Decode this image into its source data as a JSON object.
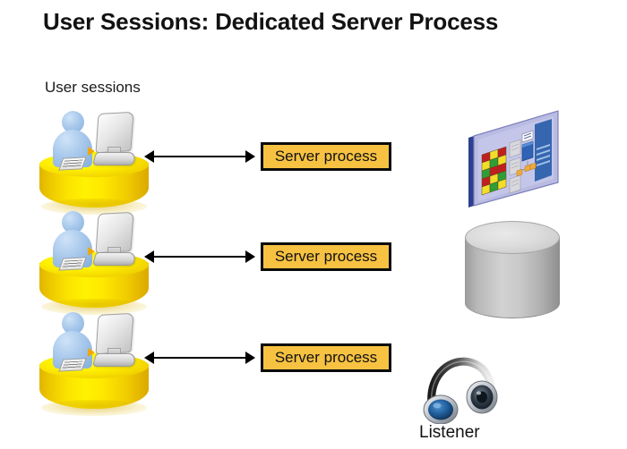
{
  "slide": {
    "title": "User Sessions: Dedicated Server Process",
    "background_color": "#ffffff"
  },
  "labels": {
    "user_sessions": "User sessions",
    "listener": "Listener"
  },
  "colors": {
    "server_box_fill": "#f7c242",
    "server_box_border": "#0b0b0b",
    "desk_yellow": "#fff200",
    "desk_yellow_dark": "#dba800",
    "person_blue": "#a9c9ec",
    "database_grey": "#c9c9c9",
    "board_lavender": "#b3b5e0",
    "arrow_color": "#000000",
    "text_color": "#111111"
  },
  "sessions": [
    {
      "id": "session-1",
      "arrow": "bidirectional-arrow",
      "server_label": "Server process"
    },
    {
      "id": "session-2",
      "arrow": "bidirectional-arrow",
      "server_label": "Server process"
    },
    {
      "id": "session-3",
      "arrow": "bidirectional-arrow",
      "server_label": "Server process"
    }
  ],
  "right_column": {
    "screen_board_icon": "server-rack-screen-icon",
    "database_icon": "database-cylinder-icon",
    "listener_icon": "headphones-icon"
  },
  "icons": {
    "user": "user-person-icon",
    "monitor": "computer-monitor-icon",
    "desk": "desk-cylinder-icon",
    "keyboard": "keyboard-paper-icon"
  }
}
